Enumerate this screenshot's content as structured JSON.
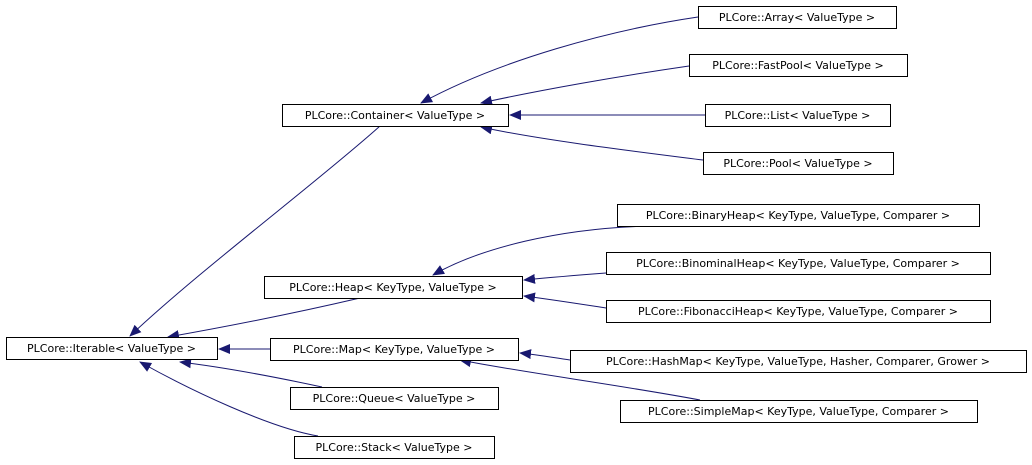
{
  "nodes": [
    {
      "id": "iterable",
      "label": "PLCore::Iterable< ValueType >"
    },
    {
      "id": "container",
      "label": "PLCore::Container< ValueType >"
    },
    {
      "id": "array",
      "label": "PLCore::Array< ValueType >"
    },
    {
      "id": "fastpool",
      "label": "PLCore::FastPool< ValueType >"
    },
    {
      "id": "list",
      "label": "PLCore::List< ValueType >"
    },
    {
      "id": "pool",
      "label": "PLCore::Pool< ValueType >"
    },
    {
      "id": "heap",
      "label": "PLCore::Heap< KeyType, ValueType >"
    },
    {
      "id": "binaryheap",
      "label": "PLCore::BinaryHeap< KeyType, ValueType, Comparer >"
    },
    {
      "id": "binominalheap",
      "label": "PLCore::BinominalHeap< KeyType, ValueType, Comparer >"
    },
    {
      "id": "fibonacciheap",
      "label": "PLCore::FibonacciHeap< KeyType, ValueType, Comparer >"
    },
    {
      "id": "map",
      "label": "PLCore::Map< KeyType, ValueType >"
    },
    {
      "id": "hashmap",
      "label": "PLCore::HashMap< KeyType, ValueType, Hasher, Comparer, Grower >"
    },
    {
      "id": "simplemap",
      "label": "PLCore::SimpleMap< KeyType, ValueType, Comparer >"
    },
    {
      "id": "queue",
      "label": "PLCore::Queue< ValueType >"
    },
    {
      "id": "stack",
      "label": "PLCore::Stack< ValueType >"
    }
  ],
  "edges": [
    {
      "from": "array",
      "to": "container"
    },
    {
      "from": "fastpool",
      "to": "container"
    },
    {
      "from": "list",
      "to": "container"
    },
    {
      "from": "pool",
      "to": "container"
    },
    {
      "from": "container",
      "to": "iterable"
    },
    {
      "from": "binaryheap",
      "to": "heap"
    },
    {
      "from": "binominalheap",
      "to": "heap"
    },
    {
      "from": "fibonacciheap",
      "to": "heap"
    },
    {
      "from": "heap",
      "to": "iterable"
    },
    {
      "from": "hashmap",
      "to": "map"
    },
    {
      "from": "simplemap",
      "to": "map"
    },
    {
      "from": "map",
      "to": "iterable"
    },
    {
      "from": "queue",
      "to": "iterable"
    },
    {
      "from": "stack",
      "to": "iterable"
    }
  ],
  "colors": {
    "edge": "#191970",
    "node_border": "#000000",
    "node_fill": "#ffffff"
  }
}
